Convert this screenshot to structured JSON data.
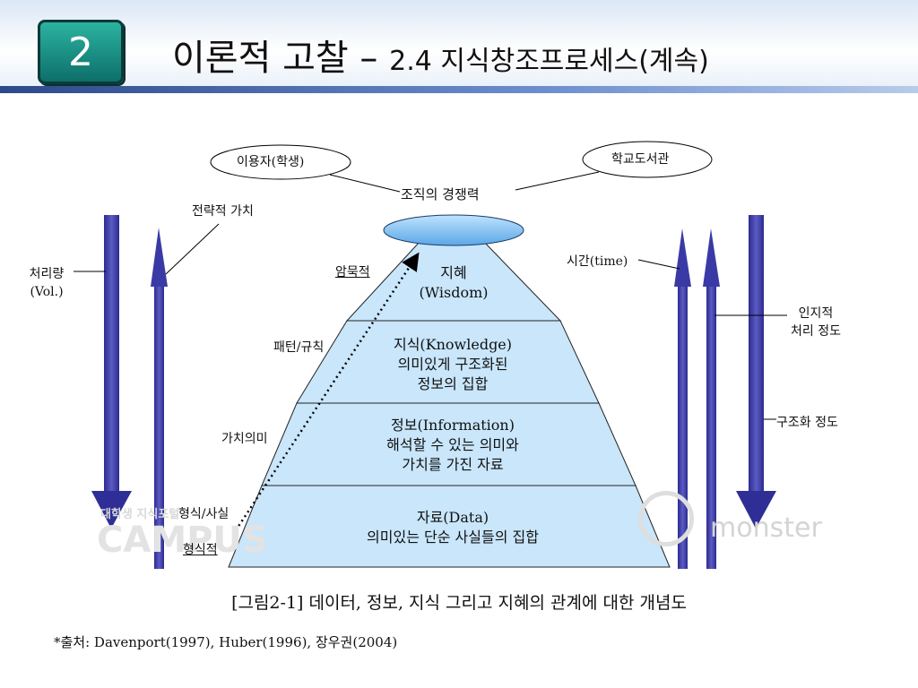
{
  "header": {
    "section_number": "2",
    "title_main": "이론적 고찰 – ",
    "title_sub": "2.4 지식창조프로세스(계속)"
  },
  "diagram": {
    "top_left_ellipse": "이용자(학생)",
    "top_right_ellipse": "학교도서관",
    "org_competitiveness": "조직의 경쟁력",
    "strategic_value": "전략적 가치",
    "volume_line1": "처리량",
    "volume_line2": "(Vol.)",
    "time": "시간(time)",
    "cognitive_line1": "인지적",
    "cognitive_line2": "처리 정도",
    "structuring": "구조화 정도",
    "tacit": "암묵적",
    "pattern_rule": "패턴/규칙",
    "value_meaning": "가치의미",
    "form_fact": "형식/사실",
    "explicit": "형식적",
    "layers": {
      "wisdom_1": "지혜",
      "wisdom_2": "(Wisdom)",
      "knowledge_1": "지식(Knowledge)",
      "knowledge_2": "의미있게 구조화된",
      "knowledge_3": "정보의 집합",
      "information_1": "정보(Information)",
      "information_2": "해석할 수 있는 의미와",
      "information_3": "가치를 가진 자료",
      "data_1": "자료(Data)",
      "data_2": "의미있는 단순 사실들의 집합"
    }
  },
  "watermarks": {
    "left_small": "대학생 지식포털",
    "left_big": "CAMPUS",
    "right": "monster"
  },
  "caption": "[그림2-1] 데이터, 정보, 지식 그리고 지혜의 관계에 대한 개념도",
  "source": "*출처: Davenport(1997), Huber(1996), 장우권(2004)",
  "colors": {
    "pyramid_fill": "#c9e6fb",
    "arrow_fill": "#3f3fa8",
    "badge": "#159a8c"
  }
}
